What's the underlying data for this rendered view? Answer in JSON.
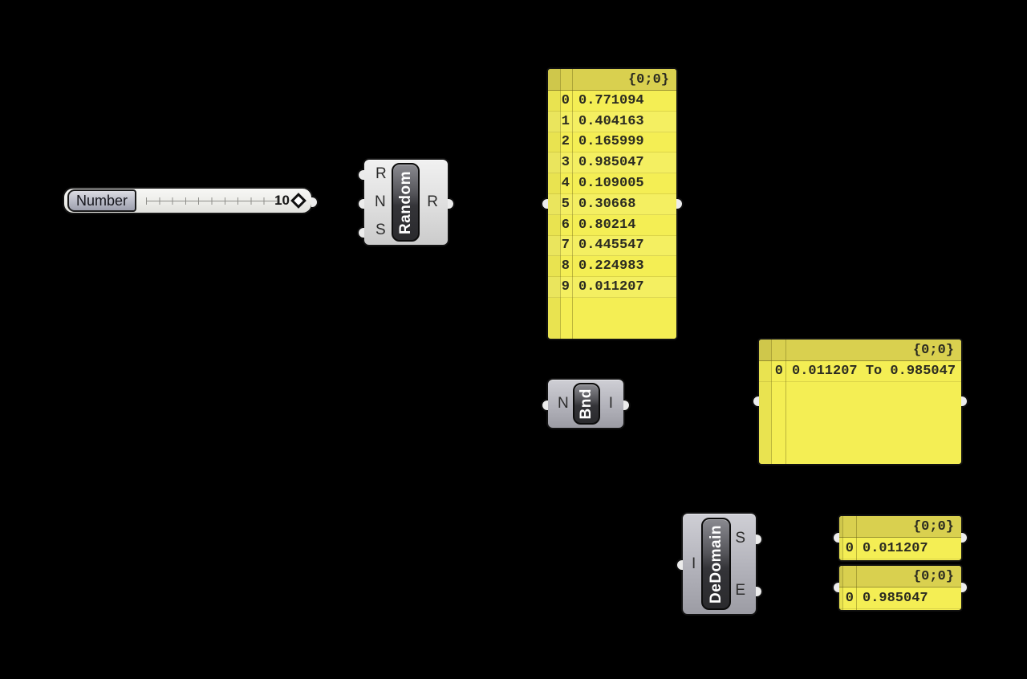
{
  "colors": {
    "canvas_bg": "#000000",
    "panel_body": "#F4EE54",
    "panel_header": "#D9D04F",
    "component_light": "#E3E3E3",
    "component_grey": "#B3B3BB",
    "capsule_dark": "#3A3A3E",
    "port_nub": "#ECECEC"
  },
  "slider": {
    "label": "Number",
    "value": "10"
  },
  "random": {
    "label": "Random",
    "inputs": [
      "R",
      "N",
      "S"
    ],
    "output": "R"
  },
  "random_panel": {
    "path": "{0;0}",
    "rows": [
      [
        "0",
        "0.771094"
      ],
      [
        "1",
        "0.404163"
      ],
      [
        "2",
        "0.165999"
      ],
      [
        "3",
        "0.985047"
      ],
      [
        "4",
        "0.109005"
      ],
      [
        "5",
        "0.30668"
      ],
      [
        "6",
        "0.80214"
      ],
      [
        "7",
        "0.445547"
      ],
      [
        "8",
        "0.224983"
      ],
      [
        "9",
        "0.011207"
      ]
    ]
  },
  "bounds": {
    "label": "Bnd",
    "input": "N",
    "output": "I"
  },
  "domain_panel": {
    "path": "{0;0}",
    "rows": [
      [
        "0",
        "0.011207 To 0.985047"
      ]
    ]
  },
  "dedomain": {
    "label": "DeDomain",
    "input": "I",
    "outputs": [
      "S",
      "E"
    ]
  },
  "start_panel": {
    "path": "{0;0}",
    "rows": [
      [
        "0",
        "0.011207"
      ]
    ]
  },
  "end_panel": {
    "path": "{0;0}",
    "rows": [
      [
        "0",
        "0.985047"
      ]
    ]
  }
}
